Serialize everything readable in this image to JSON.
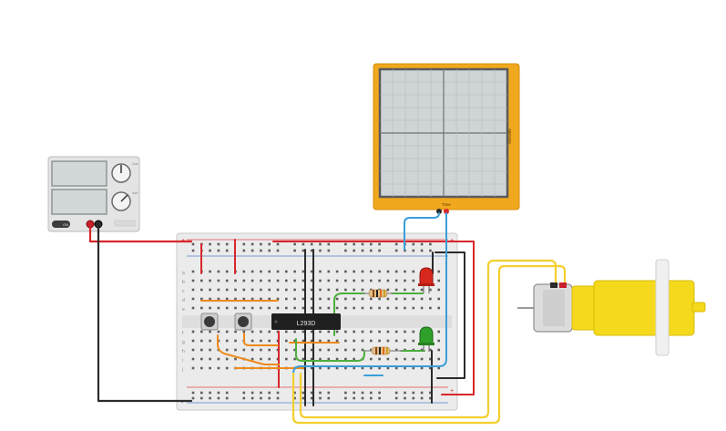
{
  "ic": {
    "label": "L293D"
  },
  "oscilloscope": {
    "side_label": "Volts/div",
    "bottom_label": "Time",
    "frame_color": "#f0a81e"
  },
  "power_supply": {
    "knob_top_label": "Curr",
    "knob_bottom_label": "Volt",
    "switch_label": "ON"
  },
  "breadboard": {
    "plus_label": "+",
    "minus_label": "-",
    "row_letters_top": [
      "a",
      "b",
      "c",
      "d",
      "e"
    ],
    "row_letters_bottom": [
      "f",
      "g",
      "h",
      "i",
      "j"
    ]
  },
  "colors": {
    "wire_red": "#d9252b",
    "wire_black": "#2b2b2b",
    "wire_yellow": "#f2cf2f",
    "wire_green": "#4caf3c",
    "wire_blue": "#3a9ed8",
    "wire_orange": "#ee8a1c",
    "led_red": "#d7281e",
    "led_green": "#2fa02b",
    "motor_yellow": "#f4d91c"
  }
}
